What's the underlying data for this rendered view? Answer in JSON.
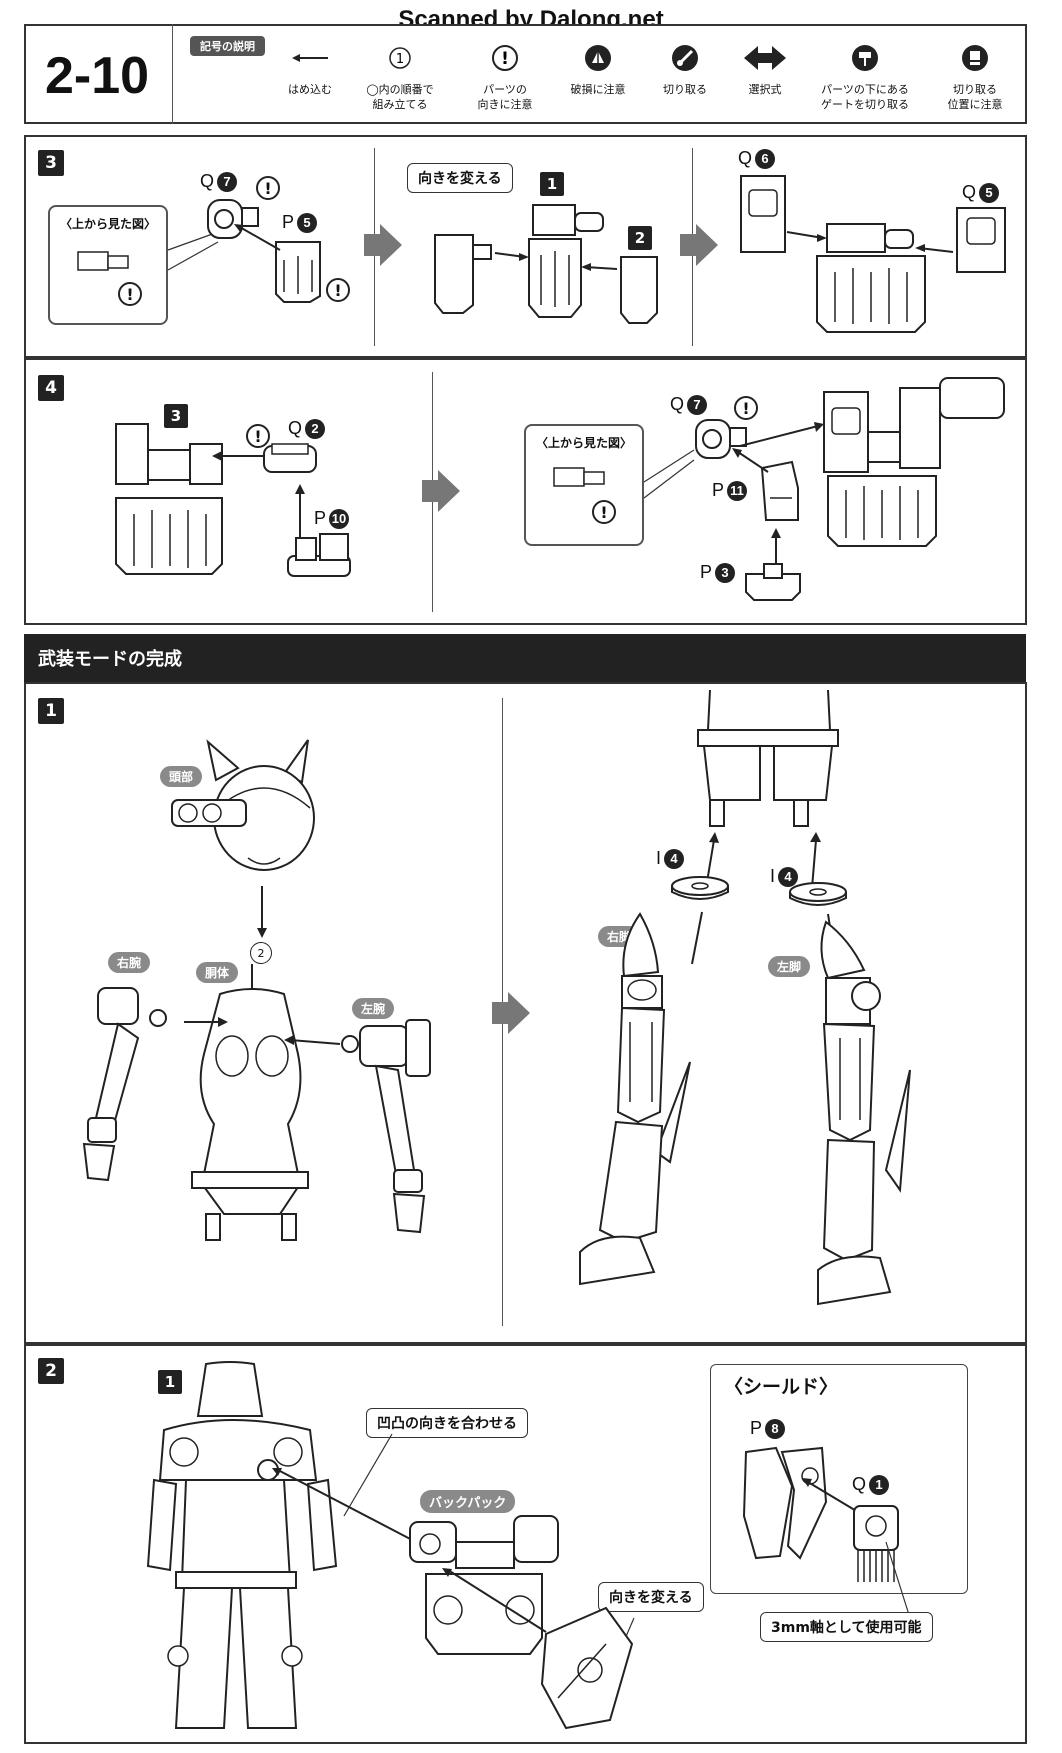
{
  "watermark": "Scanned by Dalong.net",
  "page_number": "2-10",
  "legend": {
    "title": "記号の説明",
    "items": [
      {
        "icon": "arrow-left-icon",
        "label": "はめ込む"
      },
      {
        "icon": "circled-1-icon",
        "label": "◯内の順番で\n組み立てる"
      },
      {
        "icon": "warning-icon",
        "label": "パーツの\n向きに注意"
      },
      {
        "icon": "break-caution-icon",
        "label": "破損に注意"
      },
      {
        "icon": "cut-icon",
        "label": "切り取る"
      },
      {
        "icon": "choice-arrow-icon",
        "label": "選択式"
      },
      {
        "icon": "under-gate-cut-icon",
        "label": "パーツの下にある\nゲートを切り取る"
      },
      {
        "icon": "cut-position-icon",
        "label": "切り取る\n位置に注意"
      }
    ]
  },
  "step3": {
    "number": "3",
    "top_view_label": "〈上から見た図〉",
    "rotate_callout": "向きを変える",
    "sub1": "1",
    "sub2": "2",
    "parts": [
      {
        "letter": "Q",
        "num": "7"
      },
      {
        "letter": "P",
        "num": "5"
      },
      {
        "letter": "Q",
        "num": "6"
      },
      {
        "letter": "Q",
        "num": "5"
      }
    ]
  },
  "step4": {
    "number": "4",
    "sub3": "3",
    "top_view_label": "〈上から見た図〉",
    "parts": [
      {
        "letter": "Q",
        "num": "2"
      },
      {
        "letter": "P",
        "num": "10"
      },
      {
        "letter": "Q",
        "num": "7"
      },
      {
        "letter": "P",
        "num": "11"
      },
      {
        "letter": "P",
        "num": "3"
      }
    ]
  },
  "section_title": "武装モードの完成",
  "final1": {
    "number": "1",
    "labels": {
      "head": "頭部",
      "right_arm": "右腕",
      "body": "胴体",
      "left_arm": "左腕",
      "right_leg": "右脚",
      "left_leg": "左脚"
    },
    "neck_mark": "2",
    "part_i_left": {
      "letter": "I",
      "num": "4"
    },
    "part_i_right": {
      "letter": "I",
      "num": "4"
    }
  },
  "final2": {
    "number": "2",
    "sub1": "1",
    "align_callout": "凹凸の向きを合わせる",
    "backpack_label": "バックパック",
    "rotate_callout": "向きを変える",
    "shield_title": "〈シールド〉",
    "shield_parts": [
      {
        "letter": "P",
        "num": "8"
      },
      {
        "letter": "Q",
        "num": "1"
      }
    ],
    "axis_note": "3mm軸として使用可能"
  }
}
